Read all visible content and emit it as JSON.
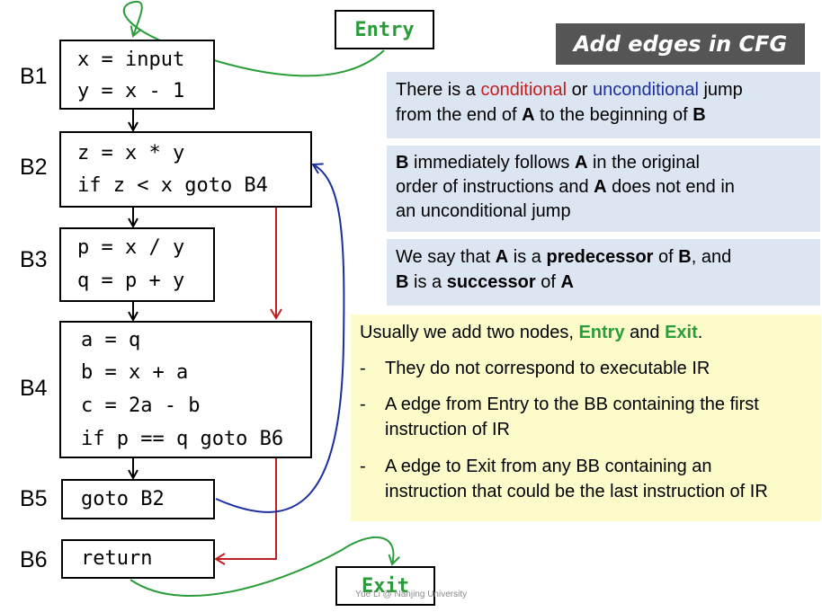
{
  "title": "Add edges in CFG",
  "entry_label": "Entry",
  "exit_label": "Exit",
  "blocks": [
    {
      "label": "B1",
      "lines": [
        "x = input",
        "y = x - 1"
      ]
    },
    {
      "label": "B2",
      "lines": [
        "z = x * y",
        "if z < x goto B4"
      ]
    },
    {
      "label": "B3",
      "lines": [
        "p = x / y",
        "q = p + y"
      ]
    },
    {
      "label": "B4",
      "lines": [
        "a = q",
        "b = x + a",
        "c = 2a - b",
        "if p == q goto B6"
      ]
    },
    {
      "label": "B5",
      "lines": [
        "goto B2"
      ]
    },
    {
      "label": "B6",
      "lines": [
        "return"
      ]
    }
  ],
  "notes": {
    "n1": {
      "p1": "There is a ",
      "conditional": "conditional",
      "p2": " or ",
      "unconditional": "unconditional",
      "p3": " jump",
      "p4": "from the end of ",
      "a": "A",
      "p5": " to the beginning of ",
      "b": "B"
    },
    "n2": {
      "b": "B",
      "p1": " immediately follows ",
      "a": "A",
      "p2": " in the original",
      "p3": "order of instructions and ",
      "a2": "A",
      "p4": " does not end in",
      "p5": "an unconditional jump"
    },
    "n3": {
      "p1": "We say that ",
      "a": "A",
      "p2": " is a ",
      "pred": "predecessor",
      "p3": " of ",
      "b": "B",
      "p4": ", and",
      "b2": "B",
      "p5": " is a ",
      "succ": "successor",
      "p6": " of ",
      "a2": "A"
    }
  },
  "yellow": {
    "intro1": "Usually we add two nodes, ",
    "entry": "Entry",
    "intro2": " and ",
    "exit": "Exit",
    "intro3": ".",
    "bullets": [
      {
        "dash": "-",
        "lines": [
          "They do not correspond to executable IR"
        ]
      },
      {
        "dash": "-",
        "lines": [
          "A edge from Entry to the BB containing the first",
          "instruction of IR"
        ]
      },
      {
        "dash": "-",
        "lines": [
          "A edge to Exit from any BB containing an",
          "instruction that could be the last instruction of IR"
        ]
      }
    ]
  },
  "footer": "Yue Li @ Nanjing University",
  "colors": {
    "green": "#2a9d3a",
    "red": "#c0201f",
    "blue": "#1b2f9e",
    "title_bg": "#555555",
    "note_bg": "#dce6f2",
    "yellow_bg": "#fdfbc9"
  }
}
